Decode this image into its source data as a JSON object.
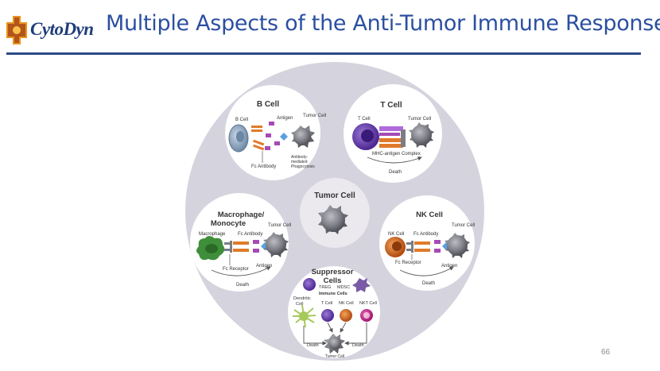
{
  "header": {
    "logo_text": "CytoDyn",
    "title": "Multiple Aspects of the Anti-Tumor Immune Response"
  },
  "footer": {
    "page_number": "66"
  },
  "diagram": {
    "center": {
      "title": "Tumor Cell"
    },
    "b_cell": {
      "title": "B Cell",
      "b_cell_label": "B Cell",
      "antigen": "Antigen",
      "tumor_cell": "Tumor Cell",
      "fc_antibody": "Fc Antibody",
      "phago_1": "Antibody-",
      "phago_2": "mediated",
      "phago_3": "Phagocytosis"
    },
    "t_cell": {
      "title": "T Cell",
      "t_cell_label": "T Cell",
      "tumor_cell": "Tumor Cell",
      "complex": "MHC-antigen Complex",
      "death": "Death"
    },
    "macrophage": {
      "title_1": "Macrophage/",
      "title_2": "Monocyte",
      "macrophage_label": "Macrophage",
      "fc_antibody": "Fc Antibody",
      "tumor_cell": "Tumor Cell",
      "fc_receptor": "Fc Receptor",
      "antigen": "Antigen",
      "death": "Death"
    },
    "nk_cell": {
      "title": "NK Cell",
      "nk_label": "NK Cell",
      "fc_antibody": "Fc Antibody",
      "tumor_cell": "Tumor Cell",
      "fc_receptor": "Fc Receptor",
      "antigen": "Antigen",
      "death": "Death"
    },
    "suppressor": {
      "title_1": "Suppressor",
      "title_2": "Cells",
      "treg": "TREG",
      "mdsc": "MDSC",
      "immune_cells": "Immune Cells",
      "dendritic_1": "Dendritic",
      "dendritic_2": "Cell",
      "t_cell": "T Cell",
      "nk_cell": "NK Cell",
      "nkt_cell": "NKT Cell",
      "death_left": "Death",
      "death_right": "Death",
      "tumor_cell": "Tumor Cell"
    }
  },
  "colors": {
    "title_blue": "#2b4fa0",
    "rule_navy": "#2e4a86",
    "big_circle": "#d5d4de",
    "tumor_gray": "#8c8c93",
    "antibody_orange": "#e07a2a",
    "antigen_purple": "#a64ab5",
    "t_cell_purple": "#6a3fb0",
    "b_cell_blue": "#8fa8c2",
    "macrophage_green": "#3f8f3a",
    "nk_orange": "#d9631a",
    "nkt_magenta": "#c21e87",
    "dendritic_green": "#a6c95a"
  }
}
